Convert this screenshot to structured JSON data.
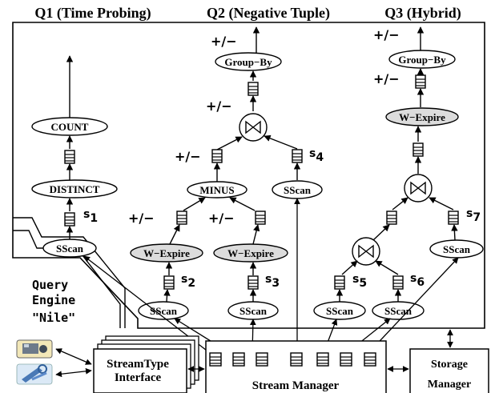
{
  "titles": {
    "q1": "Q1 (Time Probing)",
    "q2": "Q2 (Negative Tuple)",
    "q3": "Q3 (Hybrid)"
  },
  "operators": {
    "count": "COUNT",
    "distinct": "DISTINCT",
    "sscan": "SScan",
    "groupby": "Group−By",
    "minus": "MINUS",
    "wexpire": "W−Expire"
  },
  "signs": {
    "plus_minus": "+/−"
  },
  "streams": {
    "s1": "1",
    "s2": "2",
    "s3": "3",
    "s4": "4",
    "s5": "5",
    "s6": "6",
    "s7": "7",
    "prefix": "s"
  },
  "engine": {
    "line1": "Query",
    "line2": "Engine",
    "line3": "\"Nile\""
  },
  "boxes": {
    "streamtype_line1": "StreamType",
    "streamtype_line2": "Interface",
    "stream_manager": "Stream Manager",
    "storage_line1": "Storage",
    "storage_line2": "Manager"
  },
  "icons": [
    "camera-sensor-icon",
    "wrench-tool-icon"
  ]
}
